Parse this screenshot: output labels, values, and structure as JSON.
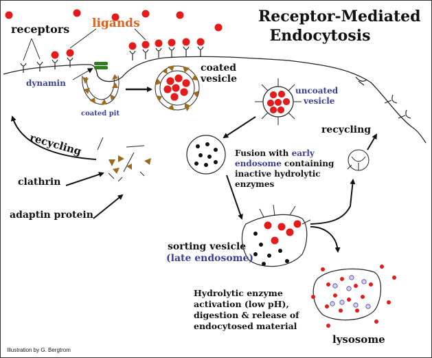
{
  "title_line1": "Receptor-Mediated",
  "title_line2": "Endocytosis",
  "labels": {
    "receptors": "receptors",
    "ligands": "ligands",
    "dynamin": "dynamin",
    "coated_pit": "coated pit",
    "coated": "coated",
    "vesicle": "vesicle",
    "uncoated": "uncoated",
    "uncoated_vesicle": "vesicle",
    "recycling_left": "recycling",
    "recycling_right": "recycling",
    "clathrin": "clathrin",
    "adaptin": "adaptin protein",
    "fusion_1a": "Fusion with ",
    "fusion_1b": "early",
    "fusion_2a": "endosome",
    "fusion_2b": " containing",
    "fusion_3": "inactive hydrolytic",
    "fusion_4": "enzymes",
    "sorting": "sorting vesicle",
    "late_endosome": "(late endosome)",
    "hydrolytic_1": "Hydrolytic enzyme",
    "hydrolytic_2": "activation (low pH),",
    "hydrolytic_3": "digestion & release  of",
    "hydrolytic_4": "endocytosed material",
    "lysosome": "lysosome",
    "credit": "Illustration by G. Bergtrom"
  },
  "colors": {
    "ligand_red": "#e31b1b",
    "clathrin_brown": "#9a6b1e",
    "dynamin_green": "#2f7d1f",
    "label_blue": "#3a3f96",
    "ligands_orange": "#e0611e"
  }
}
